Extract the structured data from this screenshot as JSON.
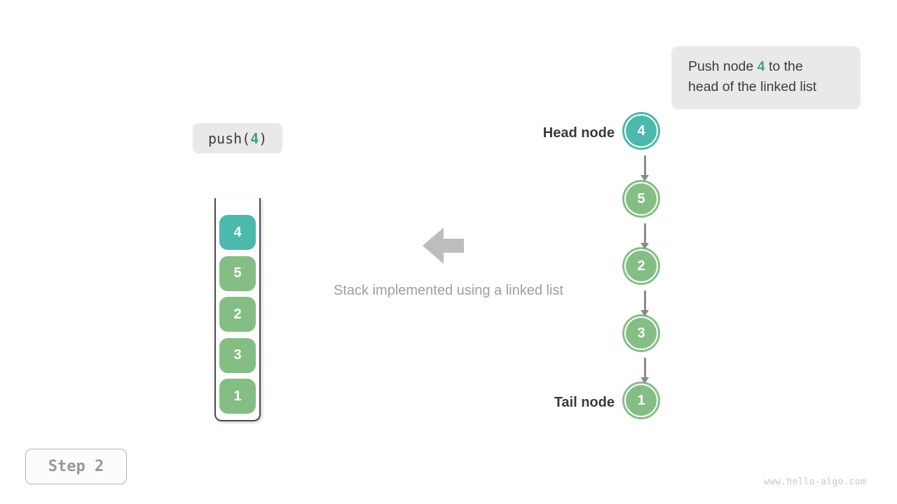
{
  "colors": {
    "teal_fill": "#4cb9ad",
    "teal_text": "#3da193",
    "green_fill": "#85be85",
    "gray_bubble": "#e9e9e9",
    "dark_text": "#3d3d3d",
    "muted_text": "#9e9e9e",
    "block_arrow_gray": "#bdbdbd",
    "connector_gray": "#8a8a8a",
    "step_text": "#999999",
    "watermark_text": "#c9c9c9"
  },
  "callout": {
    "line1_prefix": "Push node ",
    "highlight": "4",
    "line1_suffix": " to the",
    "line2": "head of the linked list"
  },
  "operation": {
    "prefix": "push(",
    "arg": "4",
    "suffix": ")"
  },
  "stack": {
    "items": [
      {
        "value": "4",
        "highlight": true
      },
      {
        "value": "5",
        "highlight": false
      },
      {
        "value": "2",
        "highlight": false
      },
      {
        "value": "3",
        "highlight": false
      },
      {
        "value": "1",
        "highlight": false
      }
    ]
  },
  "caption": "Stack implemented using a linked list",
  "linked_list": {
    "head_label": "Head node",
    "tail_label": "Tail node",
    "nodes": [
      {
        "value": "4",
        "highlight": true
      },
      {
        "value": "5",
        "highlight": false
      },
      {
        "value": "2",
        "highlight": false
      },
      {
        "value": "3",
        "highlight": false
      },
      {
        "value": "1",
        "highlight": false
      }
    ]
  },
  "step_badge": "Step 2",
  "watermark": "www.hello-algo.com"
}
